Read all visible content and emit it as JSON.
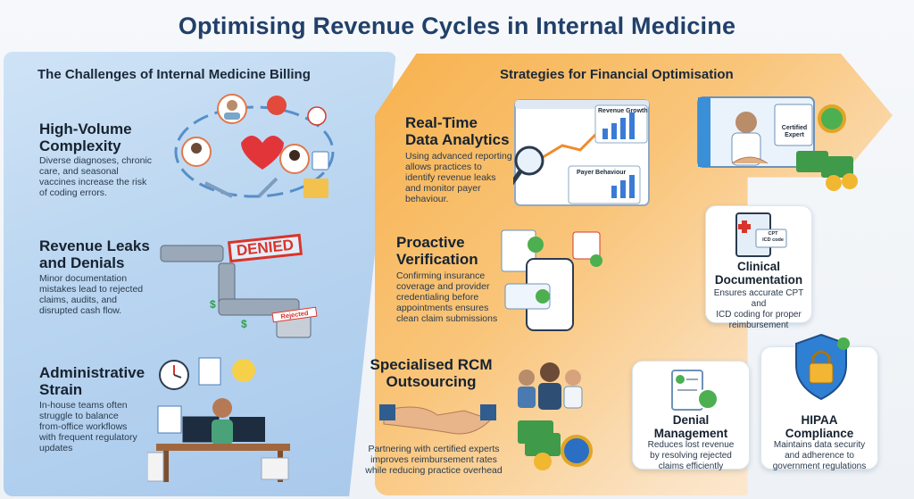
{
  "title": "Optimising Revenue Cycles in Internal Medicine",
  "left": {
    "heading": "The Challenges of Internal Medicine Billing",
    "sections": [
      {
        "title_l1": "High-Volume",
        "title_l2": "Complexity",
        "body": [
          "Diverse diagnoses, chronic",
          "care, and seasonal",
          "vaccines increase the risk",
          "of coding errors."
        ]
      },
      {
        "title_l1": "Revenue Leaks",
        "title_l2": "and Denials",
        "body": [
          "Minor documentation",
          "mistakes lead to rejected",
          "claims, audits, and",
          "disrupted cash flow."
        ],
        "stamp": "DENIED",
        "bin_label": "Rejected"
      },
      {
        "title_l1": "Administrative",
        "title_l2": "Strain",
        "body": [
          "In-house teams often",
          "struggle to balance",
          "from-office workflows",
          "with frequent regulatory",
          "updates"
        ]
      }
    ]
  },
  "right": {
    "heading": "Strategies for Financial Optimisation",
    "sections": [
      {
        "title_l1": "Real-Time",
        "title_l2": "Data Analytics",
        "body": [
          "Using advanced reporting",
          "allows practices to",
          "identify revenue leaks",
          "and monitor payer",
          "behaviour."
        ],
        "chart1_label": "Revenue Growth",
        "chart2_label": "Payer Behaviour"
      },
      {
        "title_l1": "Proactive",
        "title_l2": "Verification",
        "body": [
          "Confirming insurance",
          "coverage and provider",
          "credentialing before",
          "appointments ensures",
          "clean claim submissions"
        ]
      },
      {
        "title_l1": "Specialised RCM",
        "title_l2": "Outsourcing",
        "body": [
          "Partnering with certified experts",
          "improves reimbursement rates",
          "while reducing practice overhead"
        ]
      }
    ],
    "certified_badge": [
      "Certified",
      "Expert"
    ],
    "cards": {
      "clinical": {
        "title_l1": "Clinical",
        "title_l2": "Documentation",
        "body": [
          "Ensures accurate CPT and",
          "ICD coding for proper",
          "reimbursement"
        ],
        "tag_l1": "CPT",
        "tag_l2": "ICD code"
      },
      "denial": {
        "title_l1": "Denial",
        "title_l2": "Management",
        "body": [
          "Reduces lost revenue",
          "by resolving rejected",
          "claims efficiently"
        ]
      },
      "hipaa": {
        "title_l1": "HIPAA",
        "title_l2": "Compliance",
        "body": [
          "Maintains data security",
          "and adherence to",
          "government regulations"
        ]
      }
    }
  },
  "colors": {
    "title": "#21406a",
    "left_panel": "#b9d5f0",
    "right_arrow": "#f7b24f",
    "accent_green": "#4caf50",
    "accent_red": "#d9342b"
  }
}
